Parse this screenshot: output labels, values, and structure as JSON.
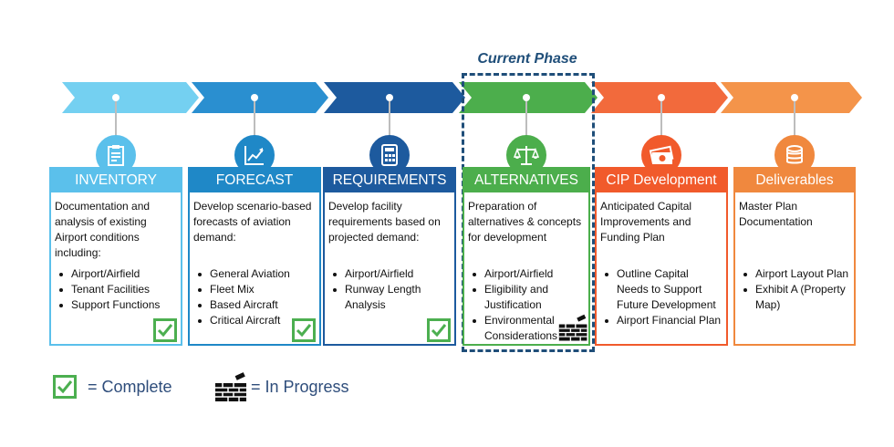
{
  "current_phase_label": "Current Phase",
  "phases": [
    {
      "title": "INVENTORY",
      "color": "#5bc0eb",
      "arrow_color": "#74d0f1",
      "icon": "clipboard-icon",
      "description": "Documentation and analysis of existing Airport conditions including:",
      "items": [
        "Airport/Airfield",
        "Tenant Facilities",
        "Support Functions"
      ],
      "status": "complete"
    },
    {
      "title": "FORECAST",
      "color": "#1f88c7",
      "arrow_color": "#2a8fd0",
      "icon": "chart-trend-icon",
      "description": "Develop scenario-based forecasts of aviation demand:",
      "items": [
        "General Aviation",
        "Fleet Mix",
        "Based Aircraft",
        "Critical Aircraft"
      ],
      "status": "complete"
    },
    {
      "title": "REQUIREMENTS",
      "color": "#1d5a9e",
      "arrow_color": "#1d5a9e",
      "icon": "calculator-icon",
      "description": "Develop facility requirements based on projected demand:",
      "items": [
        "Airport/Airfield",
        "Runway Length Analysis"
      ],
      "status": "complete"
    },
    {
      "title": "ALTERNATIVES",
      "color": "#4cae4c",
      "arrow_color": "#4cae4c",
      "icon": "scales-icon",
      "description": "Preparation of alternatives & concepts for development",
      "items": [
        "Airport/Airfield",
        "Eligibility and Justification",
        "Environmental Considerations"
      ],
      "status": "in-progress"
    },
    {
      "title": "CIP Development",
      "color": "#f15a2b",
      "arrow_color": "#f26a3c",
      "icon": "money-icon",
      "description": "Anticipated Capital Improvements and Funding Plan",
      "items": [
        "Outline Capital Needs to Support Future Development",
        "Airport Financial Plan"
      ],
      "status": "none"
    },
    {
      "title": "Deliverables",
      "color": "#f0883e",
      "arrow_color": "#f4944a",
      "icon": "coins-icon",
      "description": "Master Plan Documentation",
      "items": [
        "Airport Layout Plan",
        "Exhibit A (Property Map)"
      ],
      "status": "none"
    }
  ],
  "legend": {
    "complete_label": "= Complete",
    "in_progress_label": "= In Progress"
  }
}
